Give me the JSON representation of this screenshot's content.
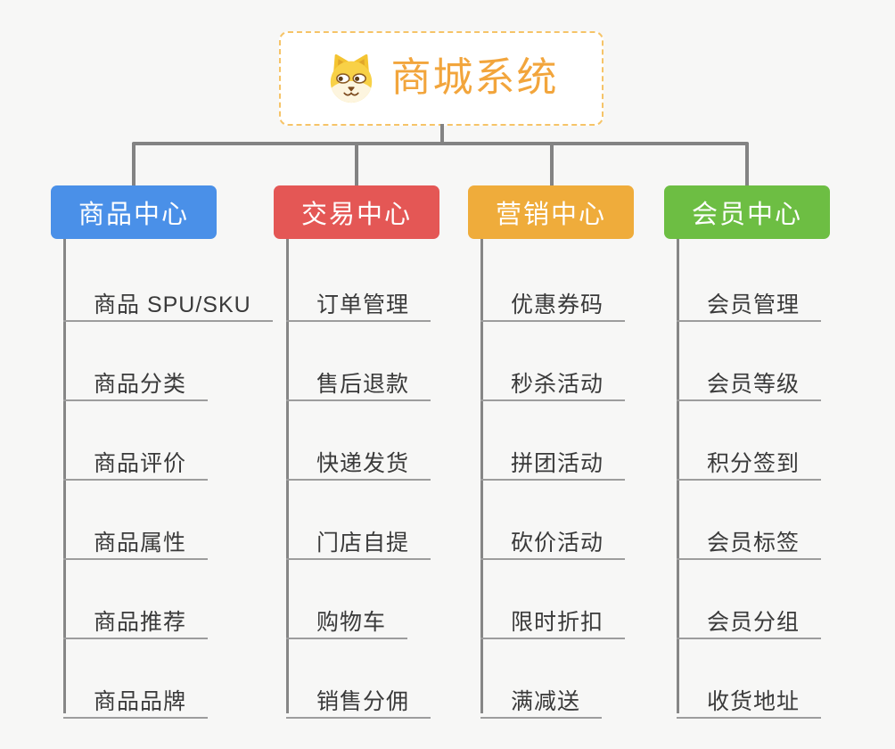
{
  "root": {
    "title": "商城系统",
    "icon": "dog-face-icon",
    "title_color": "#f2a53c",
    "border_color": "#f6c468",
    "background": "#ffffff"
  },
  "canvas": {
    "background_color": "#f7f7f6",
    "connector_color": "#838383",
    "underline_color": "#9d9d9d",
    "leaf_text_color": "#3a3a3a"
  },
  "branches": [
    {
      "id": "product-center",
      "label": "商品中心",
      "color": "#4a90e8",
      "children": [
        "商品 SPU/SKU",
        "商品分类",
        "商品评价",
        "商品属性",
        "商品推荐",
        "商品品牌"
      ]
    },
    {
      "id": "trade-center",
      "label": "交易中心",
      "color": "#e45755",
      "children": [
        "订单管理",
        "售后退款",
        "快递发货",
        "门店自提",
        "购物车",
        "销售分佣"
      ]
    },
    {
      "id": "marketing-center",
      "label": "营销中心",
      "color": "#efac3b",
      "children": [
        "优惠券码",
        "秒杀活动",
        "拼团活动",
        "砍价活动",
        "限时折扣",
        "满减送"
      ]
    },
    {
      "id": "member-center",
      "label": "会员中心",
      "color": "#6dbe43",
      "children": [
        "会员管理",
        "会员等级",
        "积分签到",
        "会员标签",
        "会员分组",
        "收货地址"
      ]
    }
  ]
}
